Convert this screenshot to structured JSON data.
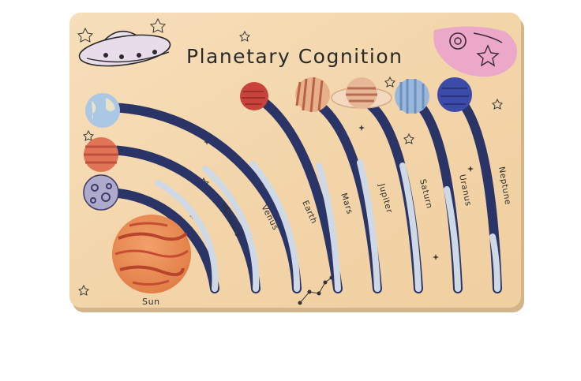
{
  "title": "Planetary Cognition",
  "labels": {
    "sun": "Sun",
    "mercury": "Mercury",
    "venus": "Venus",
    "earth": "Earth",
    "mars": "Mars",
    "jupiter": "Jupiter",
    "saturn": "Saturn",
    "uranus": "Uranus",
    "neptune": "Neptune"
  },
  "colors": {
    "board": "#f3d6ad",
    "groove": "#2a3466",
    "groove_light": "#cfd9e6",
    "sun": "#e8884f"
  }
}
